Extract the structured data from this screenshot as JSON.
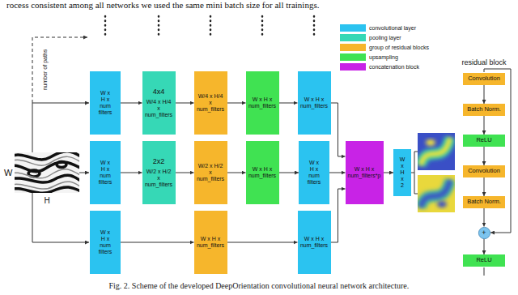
{
  "diagram": {
    "caption": "Fig. 2. Scheme of the developed DeepOrientation convolutional neural network architecture.",
    "nodes": [
      {
        "text": [
          "W x H x num filters"
        ]
      },
      {
        "text": [
          "4x4",
          "W/4 x H/4 x num_filters"
        ]
      },
      {
        "text": [
          "W/4 x H/4 x num_filters"
        ]
      },
      {
        "text": [
          "W x H x num_filters"
        ]
      },
      {
        "text": [
          "W x H x num_filters"
        ]
      },
      {
        "text": [
          "W x H x num filters"
        ]
      },
      {
        "text": [
          "2x2",
          "W/2 x H/2 x num_filters"
        ]
      },
      {
        "text": [
          "W/2 x H/2 x num_filters"
        ]
      },
      {
        "text": [
          "W x H x num_filters"
        ]
      },
      {
        "text": [
          "W x H x num filters"
        ]
      },
      {
        "text": [
          "W x H x num_filters*p"
        ]
      },
      {
        "text": [
          "W x H x 2"
        ]
      },
      {
        "text": [
          "W x H x num filters"
        ]
      },
      {
        "text": [
          "W x H x num_filters"
        ]
      },
      {
        "text": [
          "W x H x num_filters"
        ]
      },
      {
        "text": [
          "Convolution"
        ]
      },
      {
        "text": [
          "Batch Norm."
        ]
      },
      {
        "text": [
          "ReLU"
        ]
      },
      {
        "text": [
          "Convolution"
        ]
      },
      {
        "text": [
          "Batch Norm."
        ]
      },
      {
        "text": [
          "+"
        ]
      },
      {
        "text": [
          "ReLU"
        ]
      }
    ],
    "edges": [
      {
        "from": 0,
        "to": 1,
        "arrow": "to"
      },
      {
        "from": 1,
        "to": 2,
        "arrow": "to"
      },
      {
        "from": 2,
        "to": 3,
        "arrow": "to"
      },
      {
        "from": 3,
        "to": 4,
        "arrow": "to"
      },
      {
        "from": 4,
        "to": 10,
        "arrow": "to"
      },
      {
        "from": 5,
        "to": 6,
        "arrow": "to"
      },
      {
        "from": 6,
        "to": 7,
        "arrow": "to"
      },
      {
        "from": 7,
        "to": 8,
        "arrow": "to"
      },
      {
        "from": 8,
        "to": 9,
        "arrow": "to"
      },
      {
        "from": 9,
        "to": 10,
        "arrow": "to"
      },
      {
        "from": 10,
        "to": 11,
        "arrow": "to"
      },
      {
        "from": 12,
        "to": 13,
        "arrow": "to"
      },
      {
        "from": 13,
        "to": 14,
        "arrow": "to"
      },
      {
        "from": 14,
        "to": 10,
        "arrow": "to"
      },
      {
        "from": 15,
        "to": 16,
        "arrow": "to"
      },
      {
        "from": 16,
        "to": 17,
        "arrow": "to"
      },
      {
        "from": 17,
        "to": 18,
        "arrow": "to"
      },
      {
        "from": 18,
        "to": 19,
        "arrow": "to"
      },
      {
        "from": 19,
        "to": 20,
        "arrow": "to"
      },
      {
        "from": 20,
        "to": 21,
        "arrow": "to"
      }
    ],
    "labels": [
      "rocess consistent among all networks we used the same mini batch size for all trainings.",
      "number of paths",
      "W",
      "H",
      "residual block"
    ],
    "legend": [
      {
        "text": "convolutional layer",
        "color": "#2bc3f0"
      },
      {
        "text": "pooling layer",
        "color": "#36d8b6"
      },
      {
        "text": "group of residual blocks",
        "color": "#f6b62c"
      },
      {
        "text": "upsampling",
        "color": "#40e252"
      },
      {
        "text": "concatenation block",
        "color": "#c823e6"
      }
    ]
  }
}
